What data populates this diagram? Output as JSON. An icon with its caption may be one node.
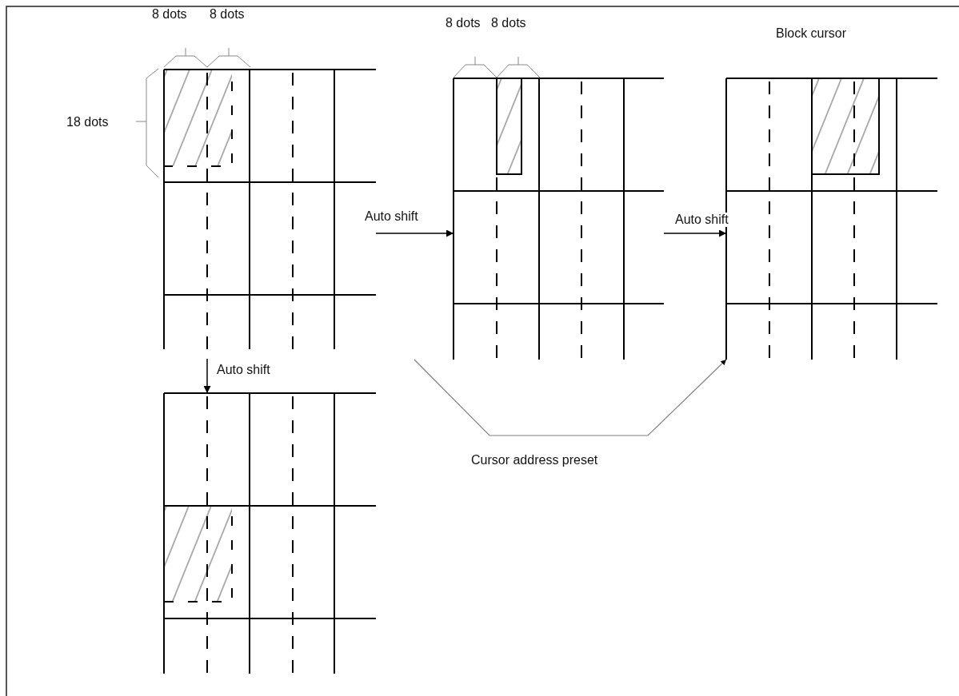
{
  "diagram": {
    "nodes": [
      {
        "text": [],
        "shape": "picture"
      },
      {
        "text": [],
        "shape": "picture"
      },
      {
        "text": [],
        "shape": "picture"
      },
      {
        "text": [],
        "shape": "picture"
      }
    ],
    "edges": [
      {
        "from": 0,
        "to": 1,
        "arrow": "to",
        "label": "Auto shift"
      },
      {
        "from": 1,
        "to": 2,
        "arrow": "to",
        "label": "Auto shift"
      },
      {
        "from": 0,
        "to": 3,
        "arrow": "to",
        "label": "Auto shift"
      },
      {
        "from": null,
        "to": 2,
        "arrow": "to",
        "label": "Cursor address preset",
        "color": "#808080"
      }
    ],
    "labels": [
      "8 dots",
      "8 dots",
      "8 dots",
      "8 dots",
      "Block cursor",
      "18 dots"
    ]
  }
}
